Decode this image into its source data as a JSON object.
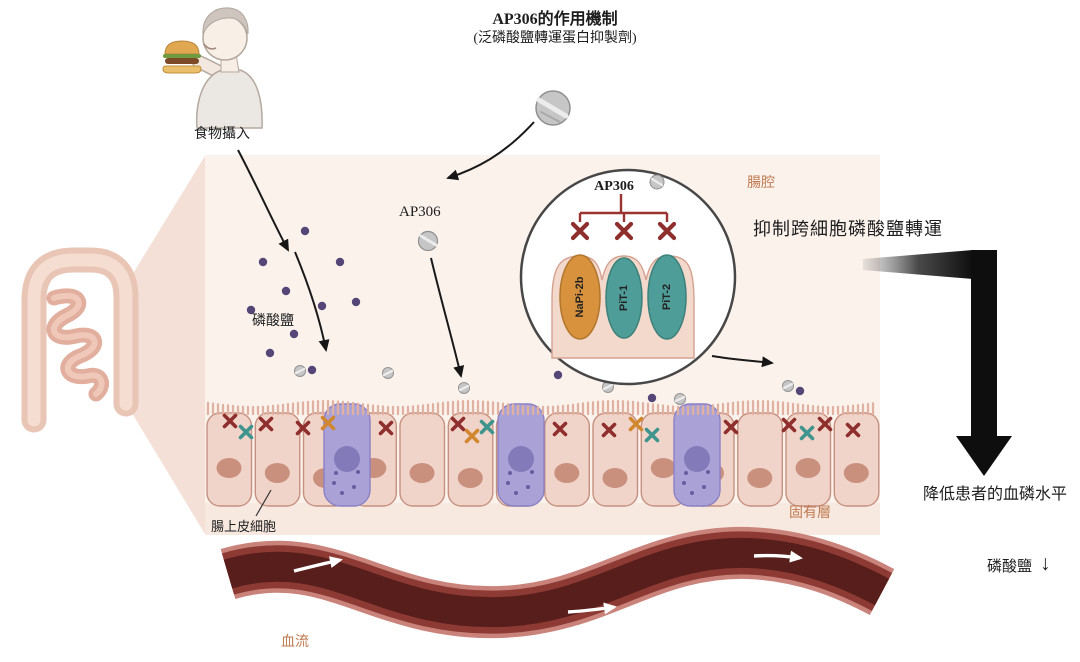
{
  "title": {
    "line1": "AP306的作用機制",
    "line2": "(泛磷酸鹽轉運蛋白抑製劑)"
  },
  "left_side": {
    "food_intake_label": "食物攝入"
  },
  "panel": {
    "lumen_label": "腸腔",
    "ap306_label": "AP306",
    "phosphate_label": "磷酸鹽",
    "epithelium_label": "腸上皮細胞",
    "lamina_label": "固有層"
  },
  "magnifier": {
    "ap306_label": "AP306",
    "transporters": [
      {
        "name": "NaPi-2b",
        "color": "#d8913c"
      },
      {
        "name": "PiT-1",
        "color": "#4f9d98"
      },
      {
        "name": "PiT-2",
        "color": "#4f9d98"
      }
    ]
  },
  "right_side": {
    "inhibit_label": "抑制跨細胞磷酸鹽轉運",
    "outcome_label": "降低患者的血磷水平",
    "phosphate_label": "磷酸鹽",
    "down_arrow": "↓"
  },
  "vessel": {
    "blood_flow_label": "血流"
  },
  "icons": {
    "pill": "pill-icon",
    "burger": "burger-icon",
    "intestine": "intestine-icon",
    "x_mark": "x-mark-icon",
    "down_arrow": "down-arrow-icon"
  },
  "colors": {
    "accent_label": "#c07a50",
    "inhibit_red": "#8e2f2d",
    "transporter_teal": "#4f9d98",
    "transporter_orange": "#d8913c",
    "phosphate_purple": "#544677",
    "goblet_purple": "#aaa2d6",
    "epithelial_pink": "#f1d4c9",
    "vessel_dark": "#581e1b",
    "panel_bg": "#fbf2ec",
    "arrow_black": "#0e0e0e"
  }
}
